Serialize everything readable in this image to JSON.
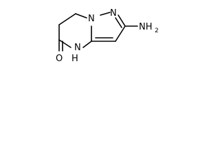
{
  "molecule": {
    "atoms": {
      "n_ring_top": "N",
      "n_ring_fused": "N",
      "nh_label": "N",
      "nh_h": "H",
      "oxygen": "O",
      "amine_label": "NH",
      "amine_sub": "2"
    },
    "colors": {
      "bond": "#000000",
      "text": "#000000",
      "background": "#ffffff"
    }
  }
}
